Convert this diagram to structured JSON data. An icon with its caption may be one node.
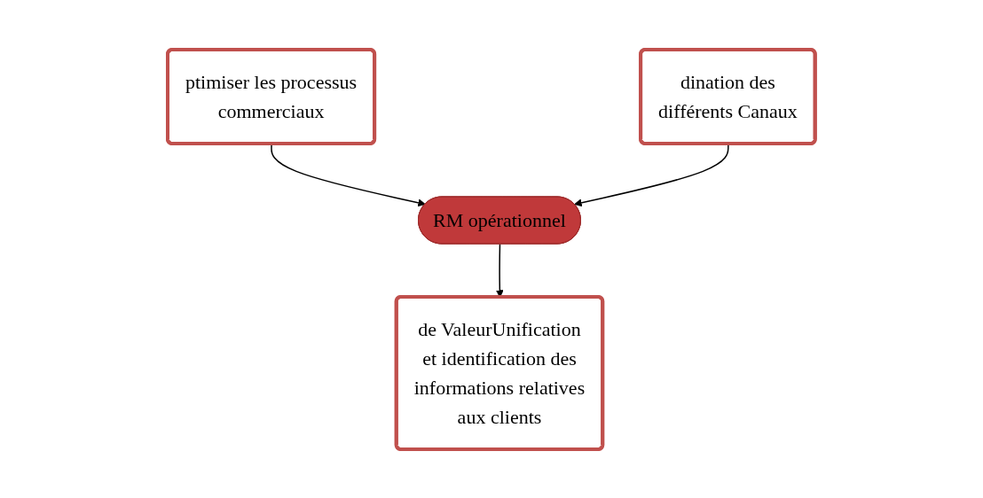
{
  "diagram": {
    "nodes": [
      {
        "text": [
          "ptimiser les processus commerciaux"
        ]
      },
      {
        "text": [
          "dination des différents Canaux"
        ]
      },
      {
        "text": [
          "RM opérationnel"
        ]
      },
      {
        "text": [
          "de ValeurUnification et identification des informations relatives aux clients"
        ]
      }
    ],
    "edges": [
      {
        "from": 0,
        "to": 2,
        "arrow": "to"
      },
      {
        "from": 1,
        "to": 2,
        "arrow": "to"
      },
      {
        "from": 2,
        "to": 3,
        "arrow": "to"
      }
    ]
  }
}
